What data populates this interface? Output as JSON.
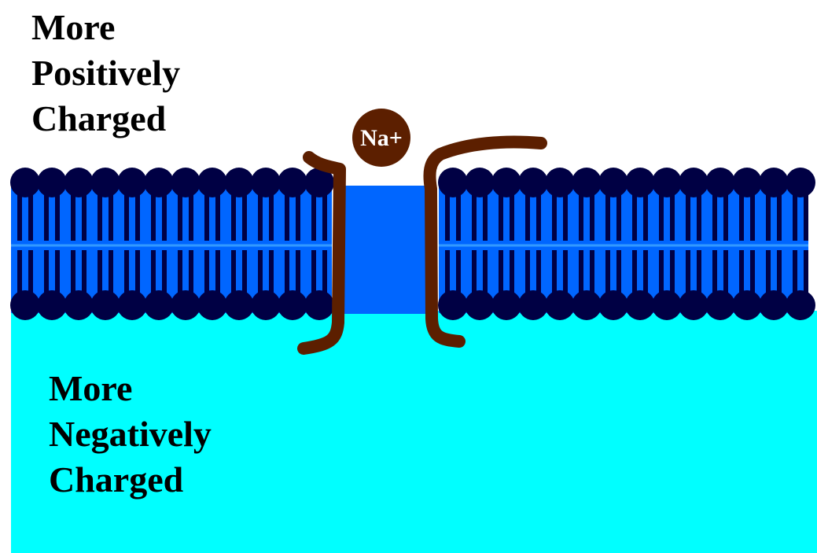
{
  "regions": {
    "outside": {
      "label_lines": [
        "More",
        "Positively",
        "Charged"
      ]
    },
    "inside": {
      "label_lines": [
        "More",
        "Negatively",
        "Charged"
      ]
    }
  },
  "ion": {
    "label": "Na+"
  },
  "colors": {
    "background_outside": "#ffffff",
    "cytoplasm": "#00ffff",
    "lipid_heads": "#000044",
    "lipid_tails": "#0066ff",
    "channel_pore": "#0066ff",
    "channel_protein": "#5c1f00",
    "ion": "#5c1f00"
  }
}
